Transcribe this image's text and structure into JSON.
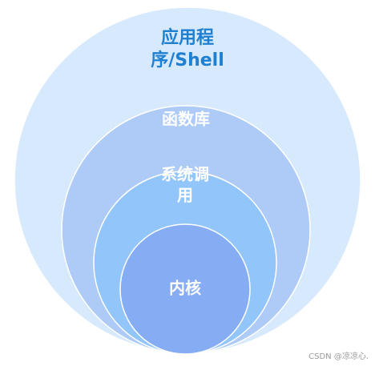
{
  "diagram": {
    "layers": [
      {
        "id": "application",
        "lines": [
          "应用程",
          "序/Shell"
        ],
        "fill": "#d7e9fc",
        "text_color": "#1f7fd1"
      },
      {
        "id": "library",
        "lines": [
          "函数库"
        ],
        "fill": "#aecbf7",
        "text_color": "#ffffff"
      },
      {
        "id": "syscall",
        "lines": [
          "系统调",
          "用"
        ],
        "fill": "#92c6fb",
        "text_color": "#ffffff"
      },
      {
        "id": "kernel",
        "lines": [
          "内核"
        ],
        "fill": "#86adf3",
        "text_color": "#ffffff"
      }
    ],
    "ring_stroke": "#ffffff"
  },
  "watermark": "CSDN @凉凉心."
}
